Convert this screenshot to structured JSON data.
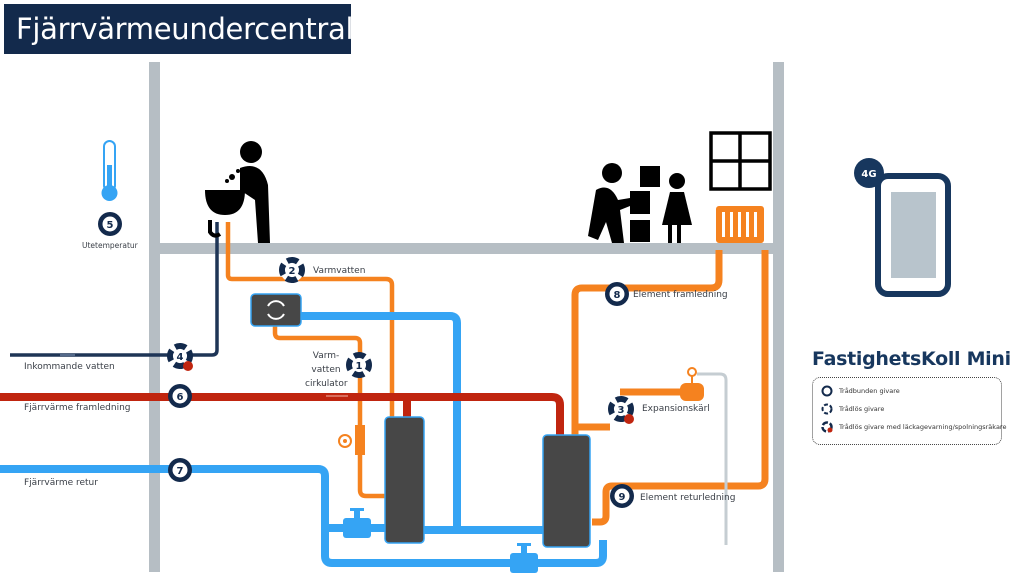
{
  "title": "Fjärrvärmeundercentral",
  "colors": {
    "navy": "#132a4c",
    "wall_gray": "#b6bec4",
    "hot_orange": "#f5821f",
    "supply_red": "#c0250f",
    "return_blue": "#35a4f4",
    "cold_water_navy": "#1e3556",
    "tank_dark": "#474747"
  },
  "sensors": [
    {
      "number": "1",
      "type": "wireless",
      "label": "Varm-\nvatten\ncirkulator"
    },
    {
      "number": "2",
      "type": "wireless",
      "label": "Varmvatten"
    },
    {
      "number": "3",
      "type": "wireless-leak",
      "label": "Expansionskärl"
    },
    {
      "number": "4",
      "type": "wireless-leak",
      "label": "Inkommande vatten"
    },
    {
      "number": "5",
      "type": "wired",
      "label": "Utetemperatur"
    },
    {
      "number": "6",
      "type": "wired",
      "label": "Fjärrvärme framledning"
    },
    {
      "number": "7",
      "type": "wired",
      "label": "Fjärrvärme retur"
    },
    {
      "number": "8",
      "type": "wired",
      "label": "Element framledning"
    },
    {
      "number": "9",
      "type": "wired",
      "label": "Element returledning"
    }
  ],
  "labels": {
    "utetemperatur": "Utetemperatur",
    "inkommande": "Inkommande vatten",
    "framledning": "Fjärrvärme framledning",
    "retur": "Fjärrvärme retur",
    "varmvatten": "Varmvatten",
    "vvc_line1": "Varm-",
    "vvc_line2": "vatten",
    "vvc_line3": "cirkulator",
    "element_fram": "Element framledning",
    "expansion": "Expansionskärl",
    "element_retur": "Element returledning"
  },
  "device": {
    "badge": "4G",
    "brand": "FastighetsKoll Mini"
  },
  "legend": {
    "items": [
      {
        "icon": "wired-sensor-icon",
        "label": "Trådbunden givare"
      },
      {
        "icon": "wireless-sensor-icon",
        "label": "Trådlös givare"
      },
      {
        "icon": "wireless-leak-sensor-icon",
        "label": "Trådlös givare med läckagevarning/spolningsräkare"
      }
    ]
  }
}
